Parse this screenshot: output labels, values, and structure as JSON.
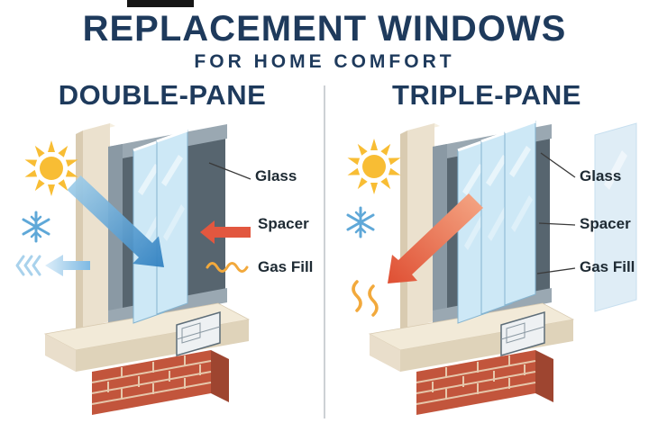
{
  "header": {
    "title": "REPLACEMENT WINDOWS",
    "subtitle": "FOR HOME COMFORT"
  },
  "panels": {
    "double": {
      "heading": "DOUBLE-PANE",
      "pane_count": 2,
      "labels": {
        "glass": "Glass",
        "spacer": "Spacer",
        "gas_fill": "Gas Fill"
      }
    },
    "triple": {
      "heading": "TRIPLE-PANE",
      "pane_count": 3,
      "labels": {
        "glass": "Glass",
        "spacer": "Spacer",
        "gas_fill": "Gas Fill"
      }
    }
  },
  "icons": {
    "sun": "sun-icon",
    "snowflake": "snowflake-icon",
    "cold_transfer_arrow": "cold-transfer-arrow",
    "cold_reflect_arrow": "cold-reflect-arrow",
    "heat_reflect_arrow": "heat-reflect-arrow",
    "spacer_pointer_arrow": "spacer-pointer-arrow",
    "gas_fill_wave": "gas-fill-wave"
  },
  "colors": {
    "navy": "#1e3a5c",
    "sun_yellow": "#f8bd34",
    "cold_blue": "#2e7fc0",
    "ice_blue": "#5fa8d8",
    "heat_red": "#e2573f",
    "gas_orange": "#f2a93c",
    "glass_blue": "#cde8f6",
    "frame_gray": "#9aa8b2",
    "wall_cream": "#ebe1ce",
    "sill_cream": "#f2ead8",
    "brick_red": "#c2553c",
    "label_dark": "#1e2a33",
    "divider_gray": "#cdd1d5"
  }
}
